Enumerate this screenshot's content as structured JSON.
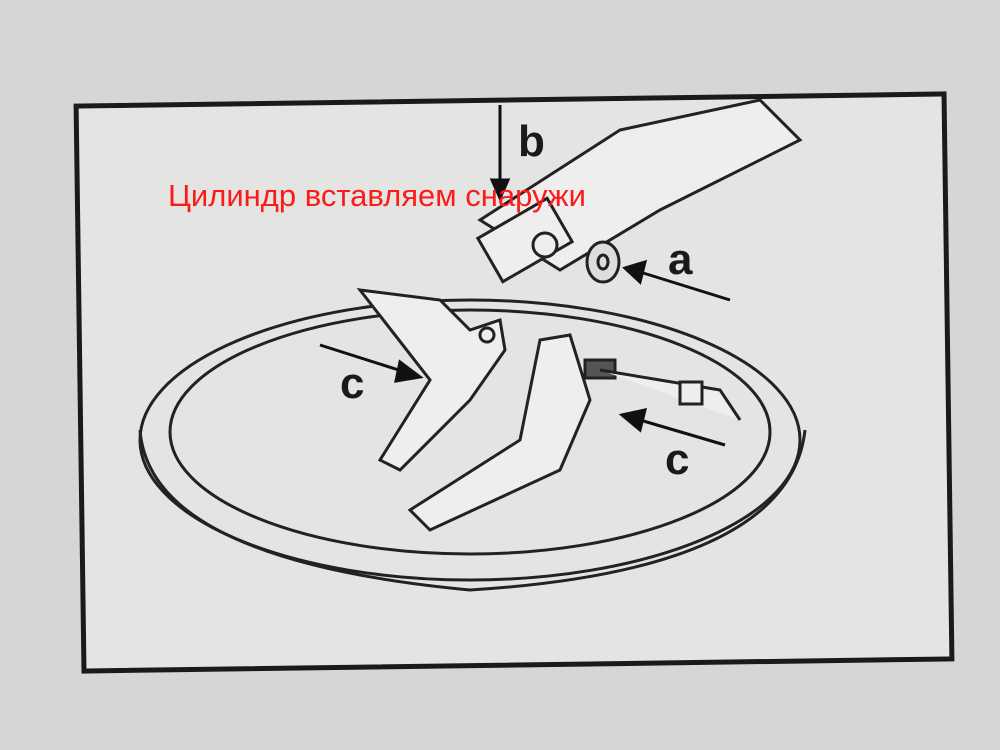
{
  "caption": "Цилиндр вставляем снаружи",
  "labels": {
    "a": "a",
    "b": "b",
    "c1": "c",
    "c2": "c"
  },
  "colors": {
    "caption": "#ff1a1a",
    "ink": "#1a1a1a",
    "page": "#d6d6d4",
    "panel": "#e4e4e2"
  }
}
